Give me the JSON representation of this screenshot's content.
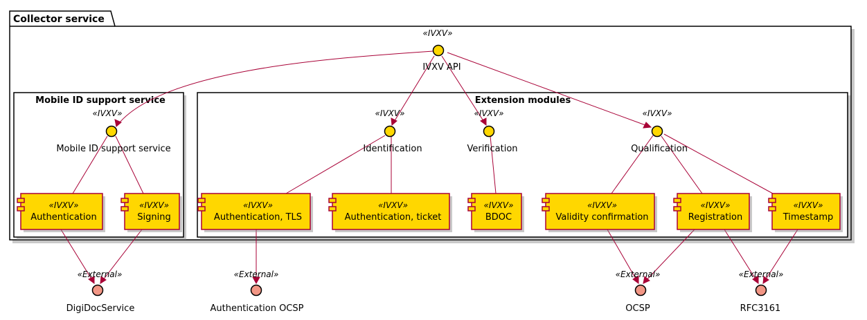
{
  "package": {
    "title": "Collector service",
    "stereotype": "«IVXV»"
  },
  "api": {
    "label": "IVXV API"
  },
  "mobile_frame": {
    "title": "Mobile ID support service",
    "interface": {
      "stereotype": "«IVXV»",
      "label": "Mobile ID support service"
    },
    "components": [
      {
        "stereotype": "«IVXV»",
        "label": "Authentication"
      },
      {
        "stereotype": "«IVXV»",
        "label": "Signing"
      }
    ]
  },
  "ext_frame": {
    "title": "Extension modules",
    "interfaces": [
      {
        "stereotype": "«IVXV»",
        "label": "Identification"
      },
      {
        "stereotype": "«IVXV»",
        "label": "Verification"
      },
      {
        "stereotype": "«IVXV»",
        "label": "Qualification"
      }
    ],
    "components": [
      {
        "stereotype": "«IVXV»",
        "label": "Authentication, TLS"
      },
      {
        "stereotype": "«IVXV»",
        "label": "Authentication, ticket"
      },
      {
        "stereotype": "«IVXV»",
        "label": "BDOC"
      },
      {
        "stereotype": "«IVXV»",
        "label": "Validity confirmation"
      },
      {
        "stereotype": "«IVXV»",
        "label": "Registration"
      },
      {
        "stereotype": "«IVXV»",
        "label": "Timestamp"
      }
    ]
  },
  "externals": [
    {
      "stereotype": "«External»",
      "label": "DigiDocService"
    },
    {
      "stereotype": "«External»",
      "label": "Authentication OCSP"
    },
    {
      "stereotype": "«External»",
      "label": "OCSP"
    },
    {
      "stereotype": "«External»",
      "label": "RFC3161"
    }
  ],
  "colors": {
    "component_fill": "#FFD700",
    "border": "#A80036",
    "interface_fill": "#FFD700",
    "external_fill": "#F29685"
  }
}
